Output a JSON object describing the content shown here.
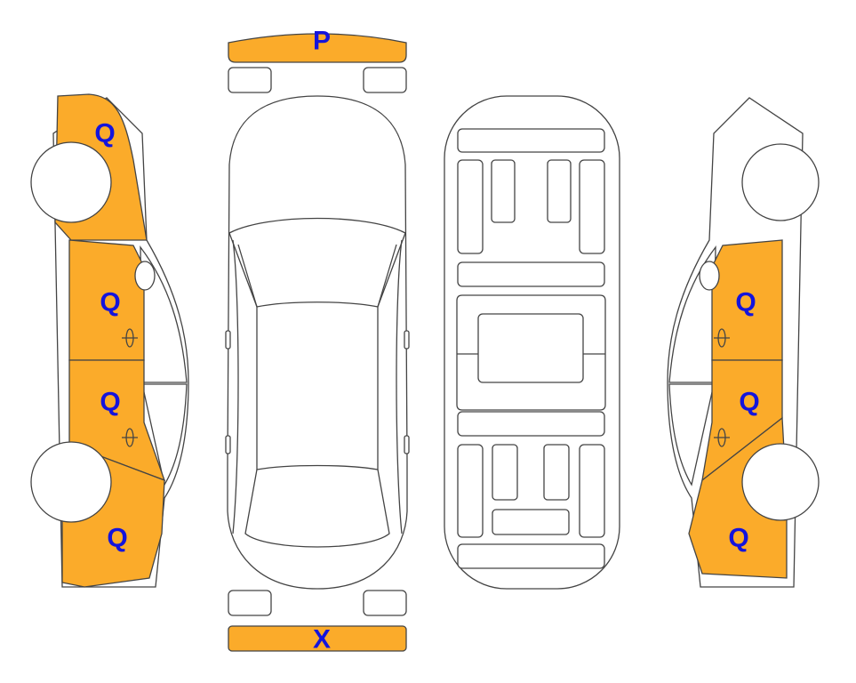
{
  "colors": {
    "damage_fill": "#fbab2a",
    "label_color": "#1414dc",
    "outline": "#444444",
    "background": "#ffffff"
  },
  "labels": {
    "front_bumper": "P",
    "rear_bumper": "X",
    "left_front_fender": "Q",
    "left_front_door": "Q",
    "left_rear_door": "Q",
    "left_rear_quarter": "Q",
    "right_front_door": "Q",
    "right_rear_door": "Q",
    "right_rear_quarter": "Q"
  }
}
